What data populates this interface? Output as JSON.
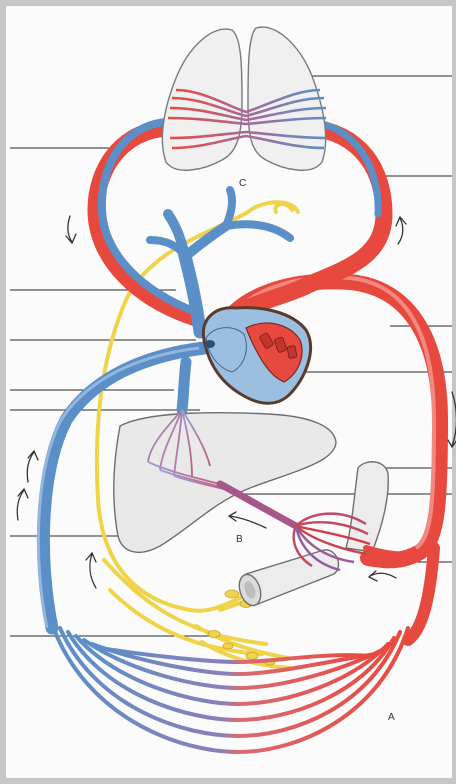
{
  "diagram": {
    "labels": {
      "pulmonary_circuit": "C",
      "hepatic_portal_circuit": "B",
      "systemic_circuit": "A"
    },
    "colors": {
      "frame": "#c7c7c7",
      "background": "#fbfbfb",
      "oxygenated": "#e8493f",
      "deoxygenated": "#5b8fc8",
      "lymph": "#efd44a",
      "organ_fill": "#e9e9e9",
      "organ_stroke": "#6e6e6e",
      "leader_line": "#2a2a2a"
    },
    "leader_line_count": 14,
    "flow_arrow_count": 8
  }
}
